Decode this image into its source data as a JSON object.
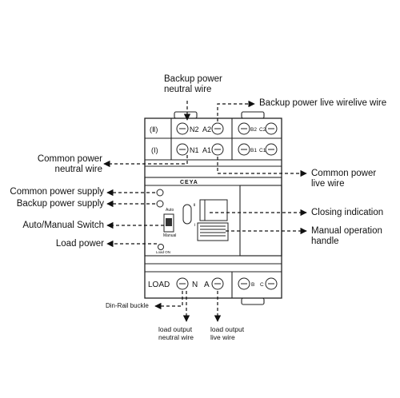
{
  "labels": {
    "backup_neutral": [
      "Backup power",
      "neutral wire"
    ],
    "backup_live": "Backup power live wirelive wire",
    "common_neutral": [
      "Common power",
      "neutral wire"
    ],
    "common_live": [
      "Common power",
      "live wire"
    ],
    "common_supply": "Common power supply",
    "backup_supply": "Backup power supply",
    "switch": "Auto/Manual Switch",
    "load_power": "Load power",
    "closing": "Closing indication",
    "manual_handle": [
      "Manual operation",
      "handle"
    ],
    "din_rail": "Din-Rail buckle",
    "load_neutral": [
      "load output",
      "neutral wire"
    ],
    "load_live": [
      "load output",
      "live wire"
    ]
  },
  "device": {
    "row_ii": "(Ⅱ)",
    "row_i": "(Ⅰ)",
    "n2": "N2",
    "a2": "A2",
    "b2": "B2",
    "c2": "C2",
    "n1": "N1",
    "a1": "A1",
    "b1": "B1",
    "c1": "C1",
    "load": "LOAD",
    "n": "N",
    "a": "A",
    "b": "B",
    "c": "C",
    "brand": "CEYA",
    "auto": "Auto",
    "manual": "Manual",
    "load_on": "Load ON",
    "handle_ii": "Ⅱ",
    "handle_i": "Ⅰ"
  }
}
